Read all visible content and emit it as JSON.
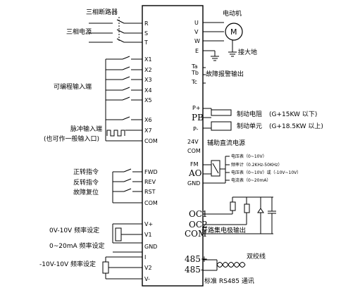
{
  "left_labels": {
    "breaker": "三相断路器",
    "power": "三相电源",
    "programmable_inputs": "可编程输入端",
    "pulse_input": "脉冲输入端",
    "pulse_input_note": "(也可作一般输入口)",
    "forward": "正转指令",
    "reverse": "反转指令",
    "fault_reset": "故障复位",
    "freq_0_10v": "0V-10V 频率设定",
    "freq_0_20ma": "0~20mA 频率设定",
    "freq_pm10v": "-10V-10V 频率设定"
  },
  "left_terminals": [
    "R",
    "S",
    "T",
    "X1",
    "X2",
    "X3",
    "X4",
    "X5",
    "X6",
    "X7",
    "COM",
    "FWD",
    "REV",
    "RST",
    "COM",
    "V+",
    "V1",
    "GND",
    "I",
    "V2",
    "V-"
  ],
  "right_terminals": {
    "motor": [
      "U",
      "V",
      "W",
      "E"
    ],
    "fault_relay": [
      "Ta",
      "Tb",
      "Tc"
    ],
    "brake": [
      "P+",
      "PB",
      "P-"
    ],
    "aux": [
      "24V",
      "COM"
    ],
    "analog": [
      "FM",
      "AO",
      "GND"
    ],
    "open_collector": [
      "OC1",
      "OC2",
      "COM"
    ],
    "rs485": [
      "485+",
      "485-"
    ]
  },
  "right_labels": {
    "motor": "电动机",
    "motor_symbol": "M",
    "ground": "接大地",
    "fault_output": "故障报警输出",
    "brake_resistor": "制动电阻",
    "brake_resistor_spec": "(G+15KW 以下)",
    "brake_unit": "制动单元",
    "brake_unit_spec": "(G+18.5KW 以上)",
    "aux_dc": "辅助直流电源",
    "meter_v": "电压表（0~10V）",
    "meter_freq": "频率计（0.2KHz-50KHz）",
    "meter_i": "电压表（0~10V）或（-10V~10V）",
    "meter_ma": "电流表（0~20mA）",
    "oc_output": "开路集电极输出",
    "twisted_pair": "双绞线",
    "rs485_comm": "标准 RS485 通讯"
  }
}
